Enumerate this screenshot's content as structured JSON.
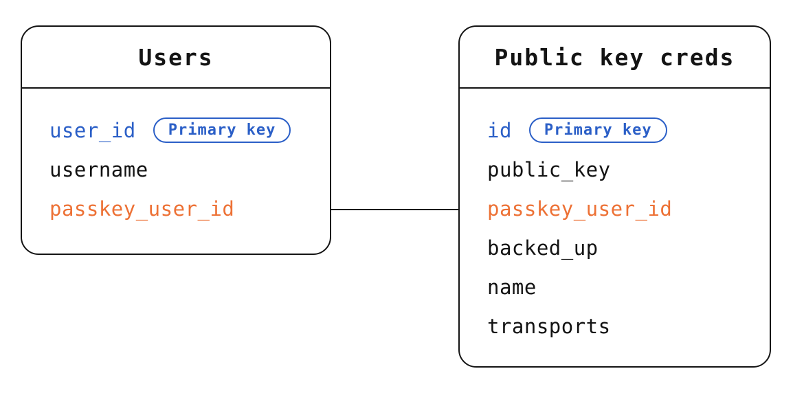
{
  "diagram": {
    "type": "entity-relationship",
    "colors": {
      "primary_blue": "#2b5fc7",
      "accent_orange": "#ed7135",
      "ink": "#141414",
      "text_black": "#131313",
      "background": "#ffffff"
    },
    "tables": [
      {
        "title": "Users",
        "fields": [
          {
            "name": "user_id",
            "color": "blue",
            "badge": "Primary key"
          },
          {
            "name": "username",
            "color": "black"
          },
          {
            "name": "passkey_user_id",
            "color": "orange"
          }
        ]
      },
      {
        "title": "Public key creds",
        "fields": [
          {
            "name": "id",
            "color": "blue",
            "badge": "Primary key"
          },
          {
            "name": "public_key",
            "color": "black"
          },
          {
            "name": "passkey_user_id",
            "color": "orange"
          },
          {
            "name": "backed_up",
            "color": "black"
          },
          {
            "name": "name",
            "color": "black"
          },
          {
            "name": "transports",
            "color": "black"
          }
        ]
      }
    ],
    "relationship": {
      "from_table": "Users",
      "from_field": "passkey_user_id",
      "to_table": "Public key creds",
      "to_field": "passkey_user_id"
    }
  }
}
